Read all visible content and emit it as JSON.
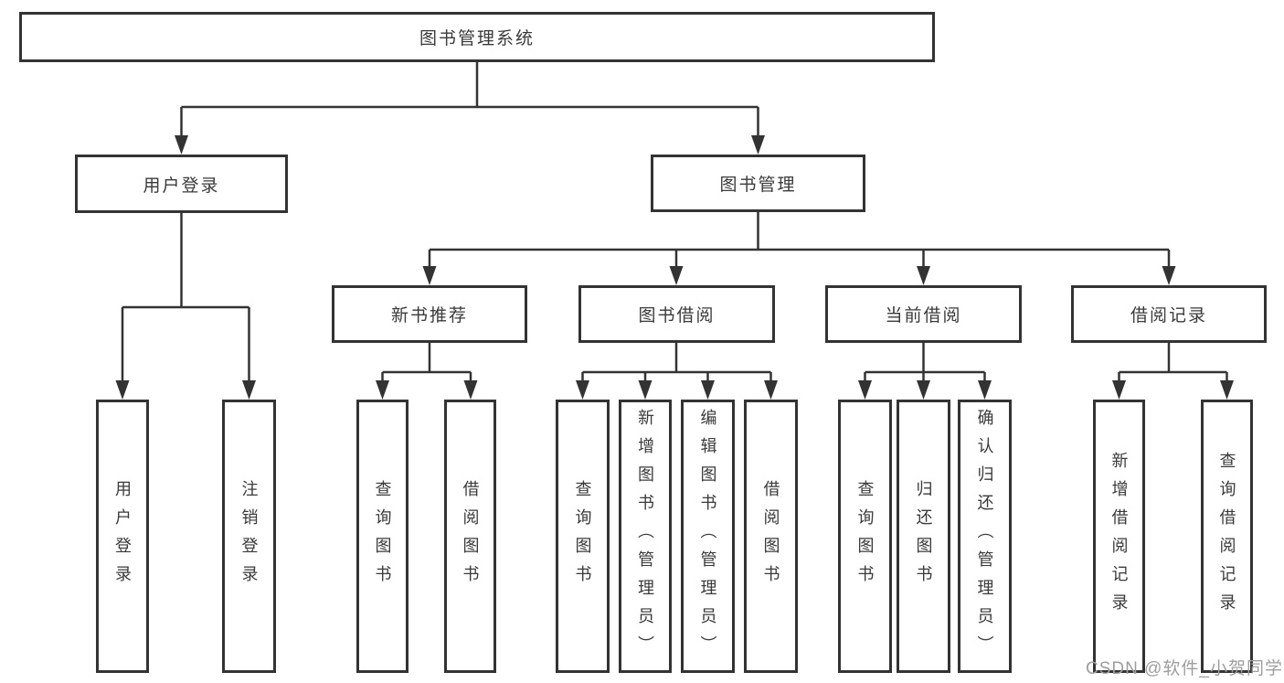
{
  "diagram": {
    "title": "图书管理系统",
    "nodes": {
      "root": {
        "label": "图书管理系统"
      },
      "level2": [
        {
          "label": "用户登录"
        },
        {
          "label": "图书管理"
        }
      ],
      "level3": [
        {
          "label": "新书推荐"
        },
        {
          "label": "图书借阅"
        },
        {
          "label": "当前借阅"
        },
        {
          "label": "借阅记录"
        }
      ],
      "leaves": [
        {
          "label": "用户登录"
        },
        {
          "label": "注销登录"
        },
        {
          "label": "查询图书"
        },
        {
          "label": "借阅图书"
        },
        {
          "label": "查询图书"
        },
        {
          "label": "新增图书（管理员）"
        },
        {
          "label": "编辑图书（管理员）"
        },
        {
          "label": "借阅图书"
        },
        {
          "label": "查询图书"
        },
        {
          "label": "归还图书"
        },
        {
          "label": "确认归还（管理员）"
        },
        {
          "label": "新增借阅记录"
        },
        {
          "label": "查询借阅记录"
        }
      ]
    }
  },
  "watermark": {
    "text": "CSDN @软件_小贺同学"
  },
  "colors": {
    "line": "#333333",
    "text": "#3a3a3a",
    "watermark": "#9e9e9e",
    "background": "#ffffff",
    "box_fill": "#ffffff"
  }
}
